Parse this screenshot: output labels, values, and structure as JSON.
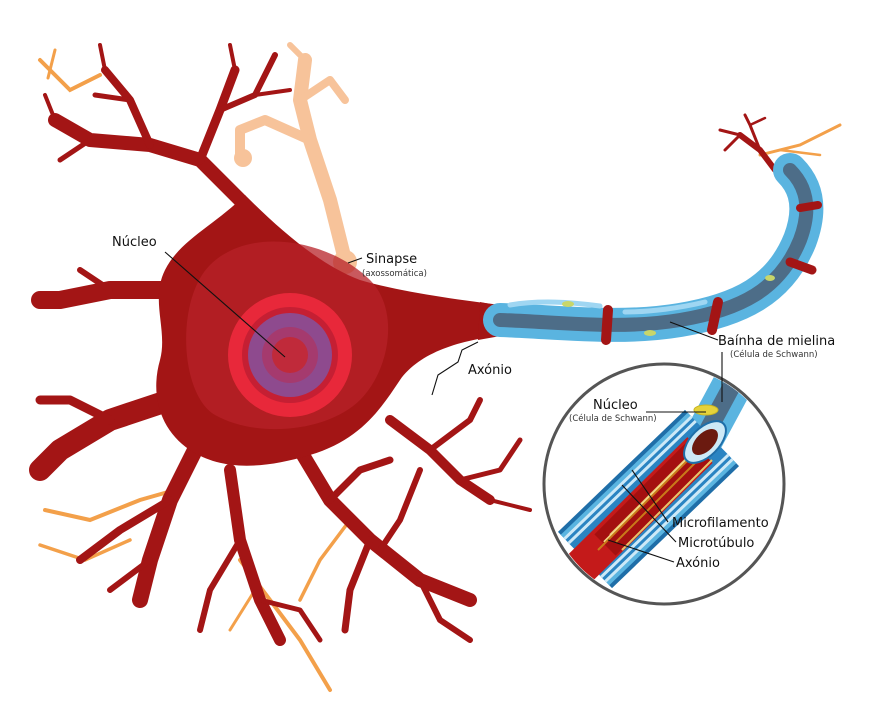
{
  "labels": {
    "nucleus": "Núcleo",
    "synapse": "Sinapse",
    "synapse_sub": "(axossomática)",
    "axon": "Axónio",
    "myelin": "Baínha de mielina",
    "myelin_sub": "(Célula de Schwann)",
    "schwann_nucleus": "Núcleo",
    "schwann_nucleus_sub": "(Célula de Schwann)",
    "microfilament": "Microfilamento",
    "microtubule": "Microtúbulo",
    "axon_inset": "Axónio"
  },
  "colors": {
    "cell_body": "#a31515",
    "cell_body_dark": "#8e1010",
    "soma_inner": "#b8252a",
    "nucleus_ring": "#e8283a",
    "nucleus_inner": "#8e4a8e",
    "nucleolus": "#c02a3a",
    "synapse_branch": "#f7c39a",
    "orange_branch": "#f3a04a",
    "myelin": "#5ab4e0",
    "myelin_light": "#9fd6f2",
    "axon_core": "#4d6d88",
    "inset_border": "#555555"
  }
}
